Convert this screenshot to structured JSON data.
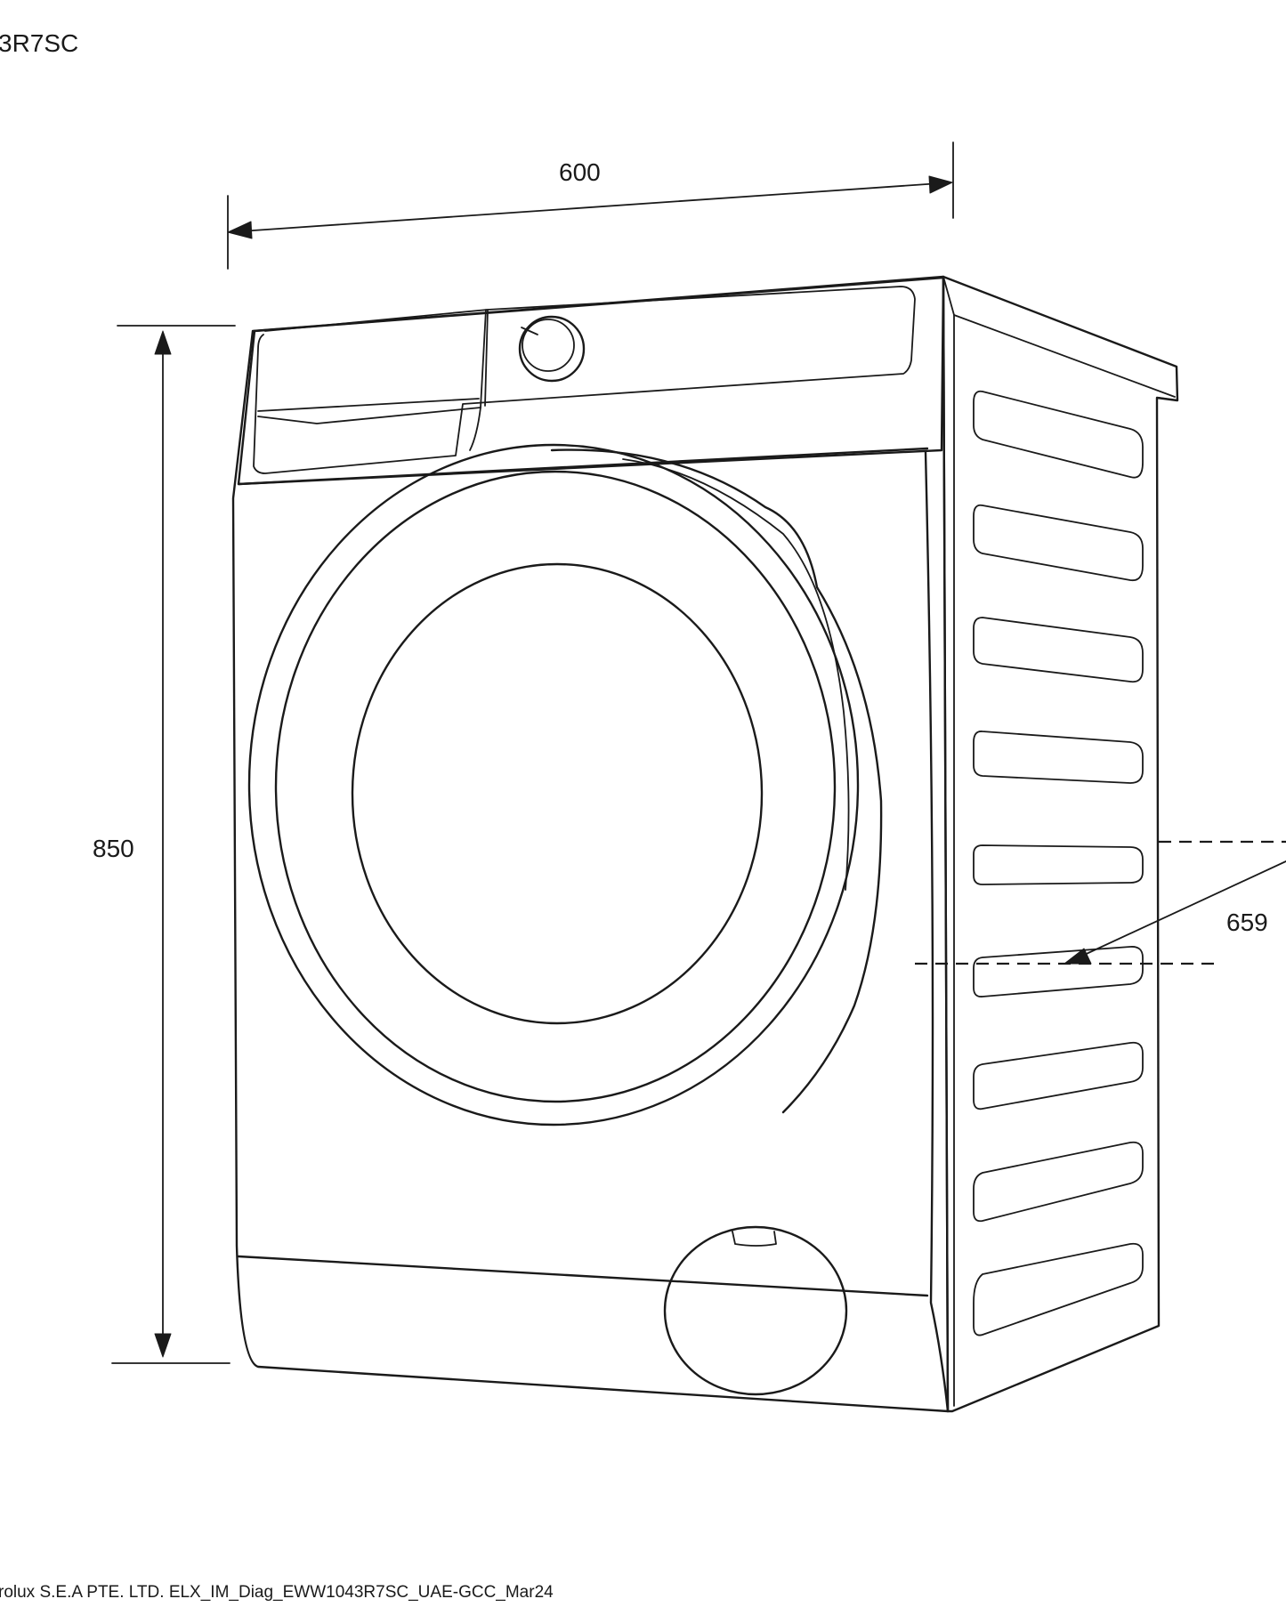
{
  "header": {
    "model_fragment": "3R7SC"
  },
  "dimensions": {
    "width_label": "600",
    "height_label": "850",
    "depth_label": "659"
  },
  "footer": {
    "credit": "rolux S.E.A PTE. LTD. ELX_IM_Diag_EWW1043R7SC_UAE-GCC_Mar24"
  }
}
